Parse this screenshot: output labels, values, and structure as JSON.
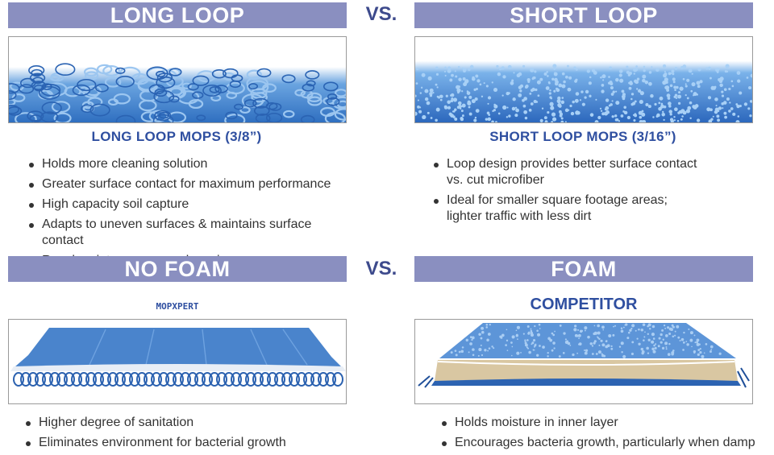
{
  "top": {
    "left_banner": "LONG LOOP",
    "vs": "VS.",
    "right_banner": "SHORT LOOP",
    "left_subhead": "LONG LOOP MOPS (3/8”)",
    "right_subhead": "SHORT LOOP MOPS (3/16”)",
    "left_bullets": [
      "Holds more cleaning solution",
      "Greater surface contact for maximum performance",
      "High capacity soil capture",
      "Adapts to uneven surfaces & maintains surface contact",
      "Reaches into corners and crevices"
    ],
    "right_bullets": [
      "Loop design provides better surface contact vs. cut microfiber",
      "Ideal for smaller square footage areas; lighter traffic with less dirt"
    ]
  },
  "bottom": {
    "left_banner": "NO FOAM",
    "vs": "VS.",
    "right_banner": "FOAM",
    "left_brand": "MOPXPERT",
    "right_brand": "COMPETITOR",
    "left_bullets": [
      "Higher degree of sanitation",
      "Eliminates environment for bacterial growth"
    ],
    "right_bullets": [
      "Holds moisture in inner layer",
      "Encourages bacteria growth, particularly when damp"
    ]
  },
  "colors": {
    "banner": "#8a8fc0",
    "vs_text": "#3d4a8c",
    "subhead": "#2f4fa0",
    "mop_blue": "#3f7fd0"
  },
  "images": {
    "long_loop": "long-loop-mop-photo",
    "short_loop": "short-loop-mop-photo",
    "no_foam": "no-foam-mop-photo",
    "foam": "foam-mop-photo"
  }
}
